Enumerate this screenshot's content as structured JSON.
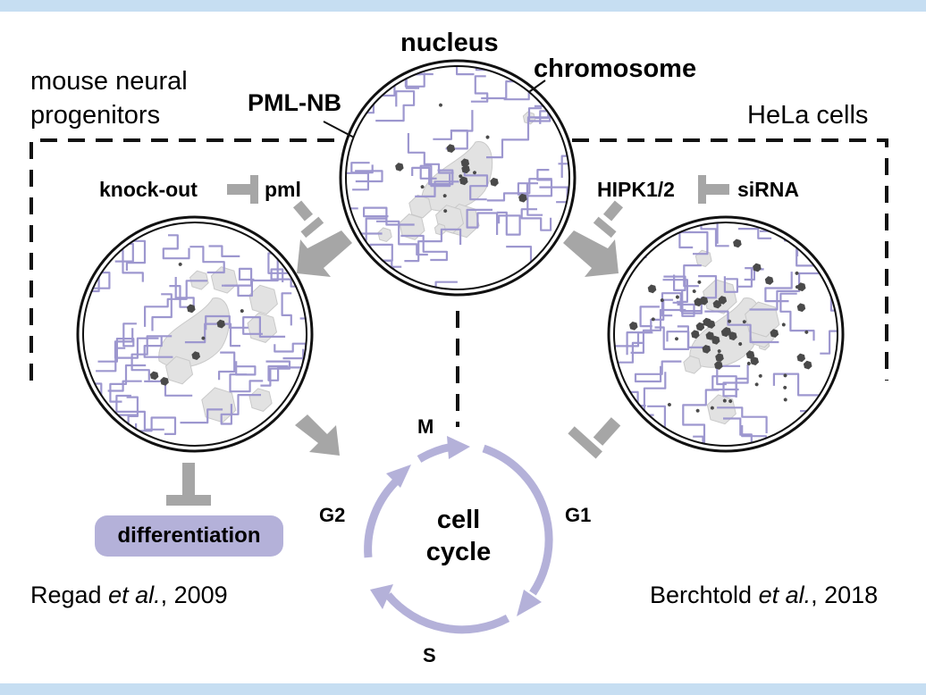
{
  "labels": {
    "nucleus": "nucleus",
    "chromosome": "chromosome",
    "pml_nb": "PML-NB",
    "mouse_line1": "mouse neural",
    "mouse_line2": "progenitors",
    "hela": "HeLa cells",
    "knockout": "knock-out",
    "pml": "pml",
    "hipk": "HIPK1/2",
    "sirna": "siRNA",
    "differentiation": "differentiation",
    "cell": "cell",
    "cycle": "cycle",
    "phase_m": "M",
    "phase_g1": "G1",
    "phase_s": "S",
    "phase_g2": "G2"
  },
  "citations": {
    "left": {
      "author": "Regad ",
      "etal": "et al.",
      "year": ", 2009"
    },
    "right": {
      "author": "Berchtold ",
      "etal": "et al.",
      "year": ", 2018"
    }
  },
  "colors": {
    "band": "#c6def2",
    "chromatin": "#9d97cf",
    "nucleolus": "#e2e2e2",
    "nucleolus_stroke": "#c9c9c9",
    "arrow": "#a6a6a6",
    "cycle_arrow": "#b4b1d9",
    "pml_body": "#4a4a4a",
    "differentiation_box": "#b4b1d9"
  },
  "icons": {
    "activation_arrow": "gray-block-arrow",
    "inhibition": "gray-t-bar",
    "cycle": "circular-arrows"
  }
}
